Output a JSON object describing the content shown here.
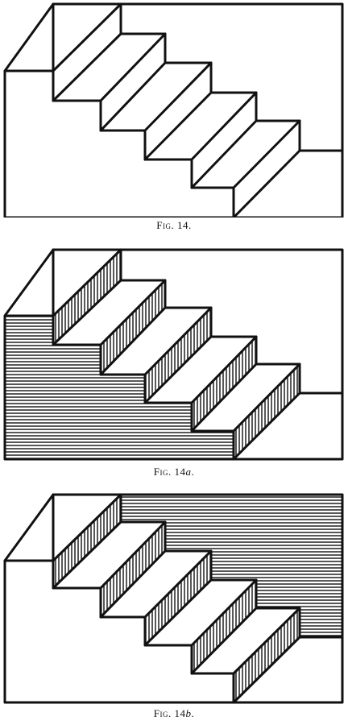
{
  "figures": [
    {
      "id": "14",
      "caption_prefix": "Fig.",
      "caption_number": "14.",
      "caption_num": "14",
      "caption_letter": "",
      "caption_end": "."
    },
    {
      "id": "14a",
      "caption_prefix": "Fig.",
      "caption_number": "14a.",
      "caption_num": "14",
      "caption_letter": "a",
      "caption_end": "."
    },
    {
      "id": "14b",
      "caption_prefix": "Fig.",
      "caption_number": "14b.",
      "caption_num": "14",
      "caption_letter": "b",
      "caption_end": "."
    }
  ],
  "colors": {
    "ink": "#111111",
    "paper": "#ffffff"
  }
}
